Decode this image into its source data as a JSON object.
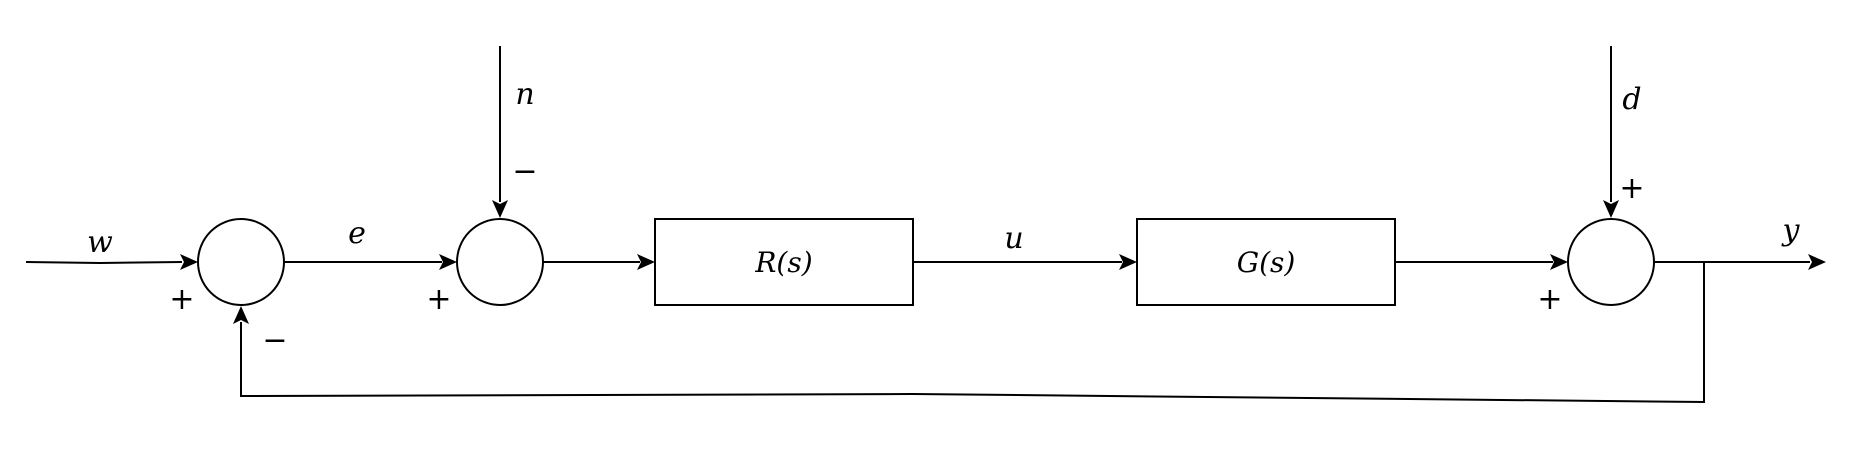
{
  "diagram": {
    "blocks": {
      "controller": "R(s)",
      "plant": "G(s)"
    },
    "signals": {
      "reference": "w",
      "error": "e",
      "noise": "n",
      "control": "u",
      "disturbance": "d",
      "output": "y"
    },
    "signs": {
      "sum1_input": "+",
      "sum1_feedback": "−",
      "sum2_input": "+",
      "sum2_noise": "−",
      "sum3_plant": "+",
      "sum3_disturbance": "+"
    }
  }
}
